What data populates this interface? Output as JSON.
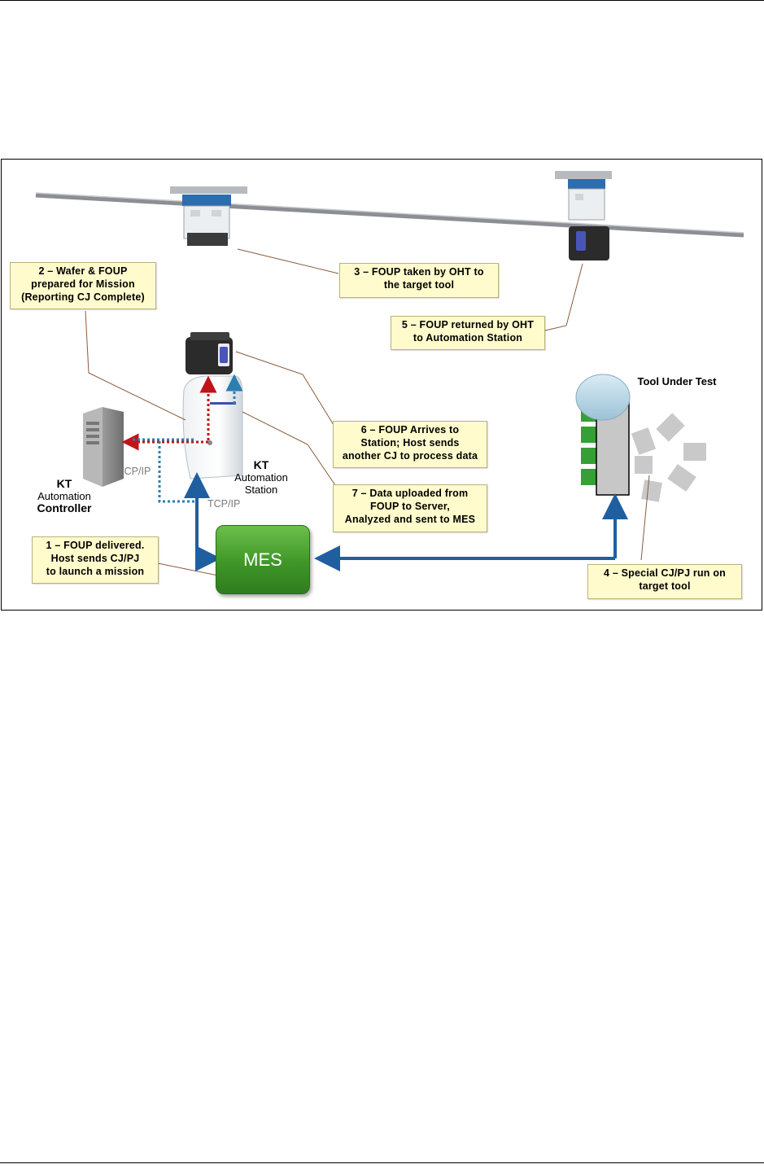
{
  "callouts": {
    "c1": [
      "1 – FOUP delivered.",
      "Host sends CJ/PJ",
      "to launch a mission"
    ],
    "c2": [
      "2 – Wafer & FOUP",
      "prepared for Mission",
      "(Reporting CJ Complete)"
    ],
    "c3": [
      "3 – FOUP taken by OHT to",
      "the target tool"
    ],
    "c4": [
      "4 – Special CJ/PJ run on",
      "target tool"
    ],
    "c5": [
      "5 – FOUP returned by OHT",
      "to Automation  Station"
    ],
    "c6": [
      "6 – FOUP Arrives to",
      "Station; Host sends",
      "another CJ to process data"
    ],
    "c7": [
      "7 – Data uploaded from",
      "FOUP to Server,",
      "Analyzed and sent to MES"
    ]
  },
  "labels": {
    "controller_kt": "KT",
    "controller_line1": "Automation",
    "controller_line2": "Controller",
    "station_kt": "KT",
    "station_line1": "Automation",
    "station_line2": "Station",
    "tool": "Tool Under Test",
    "tcp1": "TCP/IP",
    "tcp2": "TCP/IP",
    "mes": "MES"
  },
  "colors": {
    "callout_fill": "#fffbcc",
    "mes_green": "#3f9628",
    "link_blue": "#1f5fa0",
    "dotted_red": "#c0141a",
    "dotted_teal": "#2a7fb0"
  }
}
